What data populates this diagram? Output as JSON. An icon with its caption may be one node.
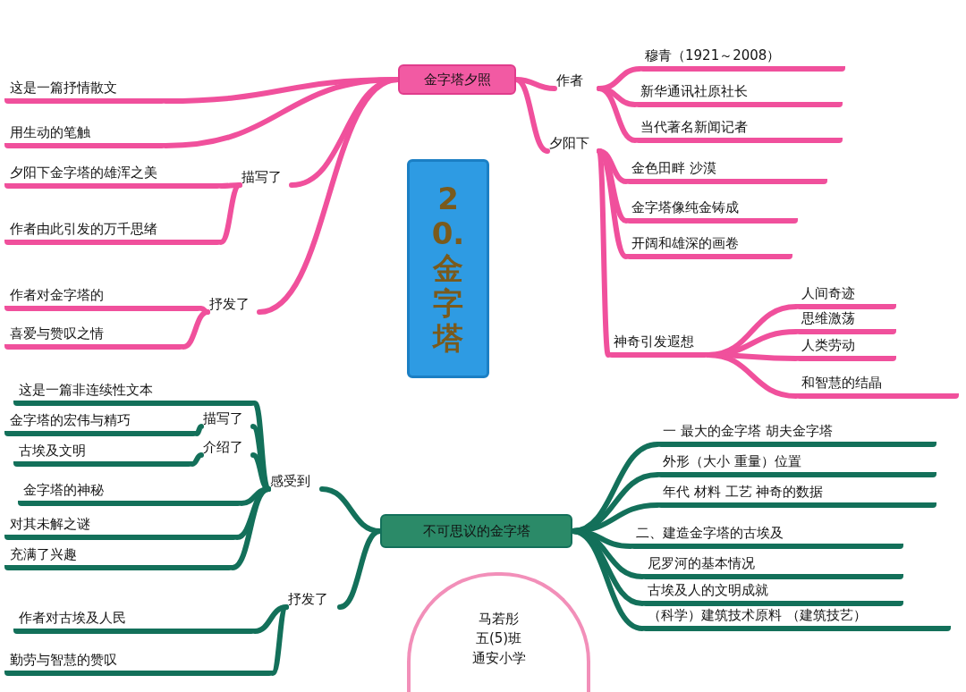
{
  "diagram": {
    "nodes": [
      {
        "text": [
          "20.金字塔"
        ]
      },
      {
        "text": [
          "金字塔夕照"
        ]
      },
      {
        "text": [
          "作者"
        ]
      },
      {
        "text": [
          "穆青（1921～2008）"
        ]
      },
      {
        "text": [
          "新华通讯社原社长"
        ]
      },
      {
        "text": [
          "当代著名新闻记者"
        ]
      },
      {
        "text": [
          "夕阳下"
        ]
      },
      {
        "text": [
          "金色田畔 沙漠"
        ]
      },
      {
        "text": [
          "金字塔像纯金铸成"
        ]
      },
      {
        "text": [
          "开阔和雄深的画卷"
        ]
      },
      {
        "text": [
          "神奇引发遐想"
        ]
      },
      {
        "text": [
          "人间奇迹"
        ]
      },
      {
        "text": [
          "思维激荡"
        ]
      },
      {
        "text": [
          "人类劳动"
        ]
      },
      {
        "text": [
          "和智慧的结晶"
        ]
      },
      {
        "text": [
          "描写了"
        ]
      },
      {
        "text": [
          "这是一篇抒情散文"
        ]
      },
      {
        "text": [
          "用生动的笔触"
        ]
      },
      {
        "text": [
          "夕阳下金字塔的雄浑之美"
        ]
      },
      {
        "text": [
          "作者由此引发的万千思绪"
        ]
      },
      {
        "text": [
          "抒发了"
        ]
      },
      {
        "text": [
          "作者对金字塔的"
        ]
      },
      {
        "text": [
          "喜爱与赞叹之情"
        ]
      },
      {
        "text": [
          "不可思议的金字塔"
        ]
      },
      {
        "text": [
          "描写了"
        ]
      },
      {
        "text": [
          "这是一篇非连续性文本"
        ]
      },
      {
        "text": [
          "金字塔的宏伟与精巧"
        ]
      },
      {
        "text": [
          "介绍了"
        ]
      },
      {
        "text": [
          "古埃及文明"
        ]
      },
      {
        "text": [
          "感受到"
        ]
      },
      {
        "text": [
          "金字塔的神秘"
        ]
      },
      {
        "text": [
          "对其未解之谜"
        ]
      },
      {
        "text": [
          "充满了兴趣"
        ]
      },
      {
        "text": [
          "抒发了"
        ]
      },
      {
        "text": [
          "作者对古埃及人民"
        ]
      },
      {
        "text": [
          "勤劳与智慧的赞叹"
        ]
      },
      {
        "text": [
          "一 最大的金字塔 胡夫金字塔"
        ]
      },
      {
        "text": [
          "外形（大小 重量）位置"
        ]
      },
      {
        "text": [
          "年代 材料 工艺 神奇的数据"
        ]
      },
      {
        "text": [
          "二、建造金字塔的古埃及"
        ]
      },
      {
        "text": [
          "尼罗河的基本情况"
        ]
      },
      {
        "text": [
          "古埃及人的文明成就"
        ]
      },
      {
        "text": [
          "（科学）建筑技术原料 （建筑技艺）"
        ]
      },
      {
        "text": [
          "马若彤",
          "五(5)班",
          "通安小学"
        ]
      }
    ],
    "edges": [
      {
        "from": 1,
        "to": 2,
        "arrow": "none"
      },
      {
        "from": 2,
        "to": 3,
        "arrow": "none"
      },
      {
        "from": 2,
        "to": 4,
        "arrow": "none"
      },
      {
        "from": 2,
        "to": 5,
        "arrow": "none"
      },
      {
        "from": 1,
        "to": 6,
        "arrow": "none"
      },
      {
        "from": 6,
        "to": 7,
        "arrow": "none"
      },
      {
        "from": 6,
        "to": 8,
        "arrow": "none"
      },
      {
        "from": 6,
        "to": 9,
        "arrow": "none"
      },
      {
        "from": 6,
        "to": 10,
        "arrow": "none"
      },
      {
        "from": 10,
        "to": 11,
        "arrow": "none"
      },
      {
        "from": 10,
        "to": 12,
        "arrow": "none"
      },
      {
        "from": 10,
        "to": 13,
        "arrow": "none"
      },
      {
        "from": 10,
        "to": 14,
        "arrow": "none"
      },
      {
        "from": 1,
        "to": 15,
        "arrow": "none"
      },
      {
        "from": 1,
        "to": 16,
        "arrow": "none"
      },
      {
        "from": 1,
        "to": 17,
        "arrow": "none"
      },
      {
        "from": 15,
        "to": 18,
        "arrow": "none"
      },
      {
        "from": 15,
        "to": 19,
        "arrow": "none"
      },
      {
        "from": 1,
        "to": 20,
        "arrow": "none"
      },
      {
        "from": 20,
        "to": 21,
        "arrow": "none"
      },
      {
        "from": 20,
        "to": 22,
        "arrow": "none"
      },
      {
        "from": 23,
        "to": 29,
        "arrow": "none",
        "color": "#13705a"
      },
      {
        "from": 29,
        "to": 25,
        "arrow": "none",
        "color": "#13705a"
      },
      {
        "from": 29,
        "to": 24,
        "arrow": "none",
        "color": "#13705a"
      },
      {
        "from": 24,
        "to": 26,
        "arrow": "none",
        "color": "#13705a"
      },
      {
        "from": 29,
        "to": 27,
        "arrow": "none",
        "color": "#13705a"
      },
      {
        "from": 27,
        "to": 28,
        "arrow": "none",
        "color": "#13705a"
      },
      {
        "from": 29,
        "to": 30,
        "arrow": "none",
        "color": "#13705a"
      },
      {
        "from": 29,
        "to": 31,
        "arrow": "none",
        "color": "#13705a"
      },
      {
        "from": 29,
        "to": 32,
        "arrow": "none",
        "color": "#13705a"
      },
      {
        "from": 23,
        "to": 33,
        "arrow": "none",
        "color": "#13705a"
      },
      {
        "from": 33,
        "to": 34,
        "arrow": "none",
        "color": "#13705a"
      },
      {
        "from": 33,
        "to": 35,
        "arrow": "none",
        "color": "#13705a"
      },
      {
        "from": 23,
        "to": 36,
        "arrow": "none",
        "color": "#13705a"
      },
      {
        "from": 23,
        "to": 37,
        "arrow": "none",
        "color": "#13705a"
      },
      {
        "from": 23,
        "to": 38,
        "arrow": "none",
        "color": "#13705a"
      },
      {
        "from": 23,
        "to": 39,
        "arrow": "none",
        "color": "#13705a"
      },
      {
        "from": 23,
        "to": 40,
        "arrow": "none",
        "color": "#13705a"
      },
      {
        "from": 23,
        "to": 41,
        "arrow": "none",
        "color": "#13705a"
      },
      {
        "from": 23,
        "to": 42,
        "arrow": "none",
        "color": "#13705a"
      }
    ]
  }
}
